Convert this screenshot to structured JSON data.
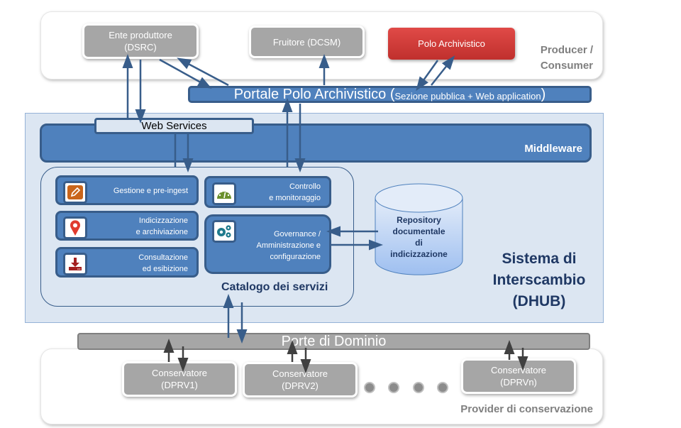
{
  "producer_consumer": {
    "label_line1": "Producer /",
    "label_line2": "Consumer",
    "ente": {
      "line1": "Ente produttore",
      "line2": "(DSRC)"
    },
    "fruitore": {
      "label": "Fruitore (DCSM)"
    },
    "polo": {
      "label": "Polo Archivistico",
      "color": "#c0302d"
    }
  },
  "portale": {
    "title": "Portale Polo Archivistico (",
    "subtitle": "Sezione pubblica + Web application",
    "close": ")"
  },
  "dhub": {
    "web_services": "Web Services",
    "middleware": "Middleware",
    "title_line1": "Sistema di",
    "title_line2": "Interscambio",
    "title_line3": "(DHUB)",
    "catalog_label": "Catalogo dei servizi",
    "services": [
      {
        "icon": "pencil-icon",
        "line1": "Gestione e pre-ingest",
        "line2": ""
      },
      {
        "icon": "map-pin-icon",
        "line1": "Indicizzazione",
        "line2": "e archiviazione"
      },
      {
        "icon": "download-icon",
        "line1": "Consultazione",
        "line2": "ed esibizione"
      },
      {
        "icon": "gauge-icon",
        "line1": "Controllo",
        "line2": "e monitoraggio"
      },
      {
        "icon": "gears-icon",
        "line1": "Governance /",
        "line2": "Amministrazione e",
        "line3": "configurazione"
      }
    ],
    "repository": {
      "line1": "Repository",
      "line2": "documentale",
      "line3": "di",
      "line4": "indicizzazione"
    }
  },
  "porte": {
    "label": "Porte di Dominio"
  },
  "providers": {
    "label": "Provider di conservazione",
    "conservatori": [
      {
        "line1": "Conservatore",
        "line2": "(DPRV1)"
      },
      {
        "line1": "Conservatore",
        "line2": "(DPRV2)"
      },
      {
        "line1": "Conservatore",
        "line2": "(DPRVn)"
      }
    ]
  },
  "colors": {
    "blue": "#4f81bd",
    "dark_blue": "#385d8a",
    "dhub_bg": "#dce6f2",
    "gray": "#a6a6a6",
    "red": "#c0302d"
  }
}
